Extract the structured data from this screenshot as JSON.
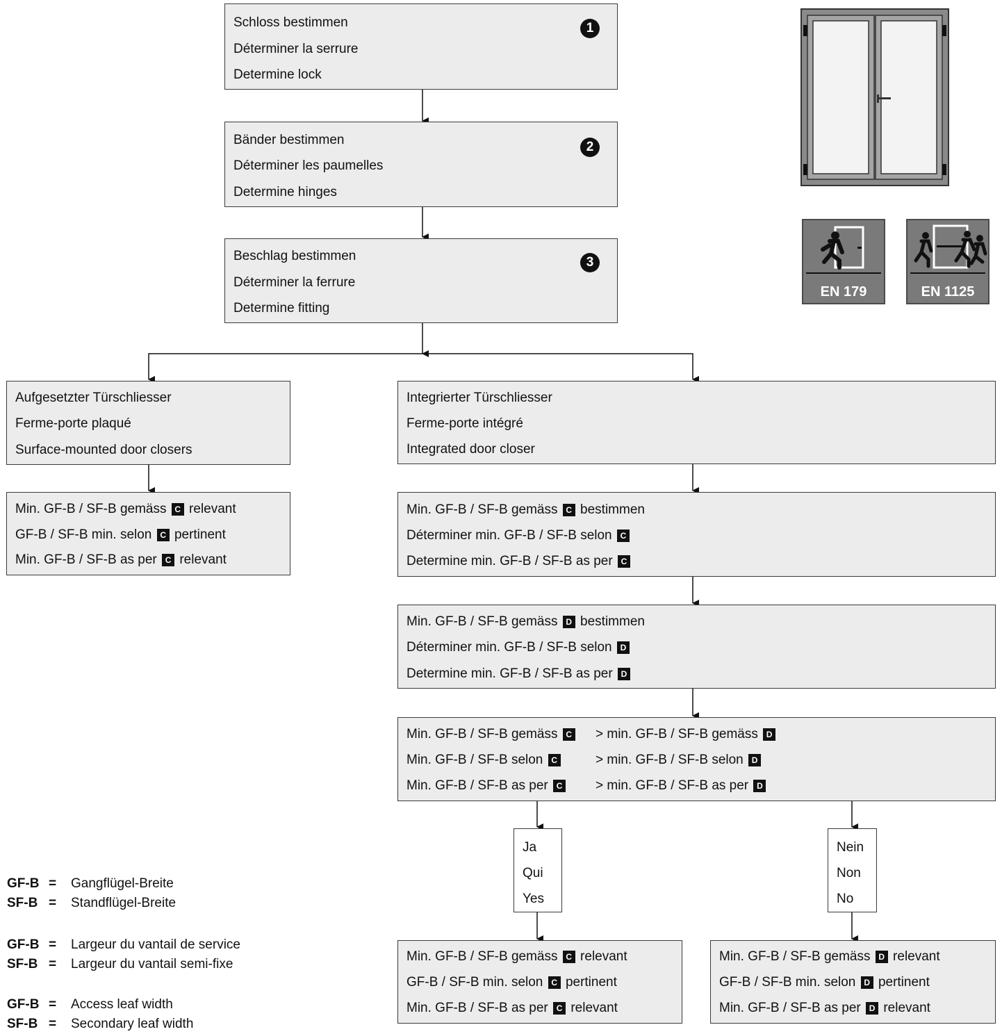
{
  "steps": [
    {
      "number": "1",
      "de": "Schloss bestimmen",
      "fr": "Déterminer la serrure",
      "en": "Determine lock"
    },
    {
      "number": "2",
      "de": "Bänder bestimmen",
      "fr": "Déterminer les paumelles",
      "en": "Determine hinges"
    },
    {
      "number": "3",
      "de": "Beschlag bestimmen",
      "fr": "Déterminer la ferrure",
      "en": "Determine fitting"
    }
  ],
  "surface": {
    "de": "Aufgesetzter Türschliesser",
    "fr": "Ferme-porte plaqué",
    "en": "Surface-mounted door closers"
  },
  "surface_result": {
    "de_pre": "Min. GF-B / SF-B gemäss",
    "de_post": "relevant",
    "fr_pre": "GF-B / SF-B min. selon",
    "fr_post": "pertinent",
    "en_pre": "Min. GF-B / SF-B as per",
    "en_post": "relevant",
    "tag": "C"
  },
  "integrated": {
    "de": "Integrierter Türschliesser",
    "fr": "Ferme-porte intégré",
    "en": "Integrated door closer"
  },
  "determine_c": {
    "de_pre": "Min. GF-B / SF-B gemäss",
    "de_post": "bestimmen",
    "fr_pre": "Déterminer min. GF-B / SF-B selon",
    "en_pre": "Determine min. GF-B / SF-B as per",
    "tag": "C"
  },
  "determine_d": {
    "de_pre": "Min. GF-B / SF-B gemäss",
    "de_post": "bestimmen",
    "fr_pre": "Déterminer min. GF-B / SF-B selon",
    "en_pre": "Determine min. GF-B / SF-B as per",
    "tag": "D"
  },
  "compare": {
    "de_left": "Min. GF-B / SF-B gemäss",
    "de_right": "> min. GF-B / SF-B gemäss",
    "fr_left": "Min. GF-B / SF-B selon",
    "fr_right": "> min. GF-B / SF-B selon",
    "en_left": "Min. GF-B / SF-B as per",
    "en_right": "> min. GF-B / SF-B as per",
    "tag_left": "C",
    "tag_right": "D"
  },
  "yes": {
    "de": "Ja",
    "fr": "Qui",
    "en": "Yes"
  },
  "no": {
    "de": "Nein",
    "fr": "Non",
    "en": "No"
  },
  "result_yes": {
    "de_pre": "Min. GF-B / SF-B gemäss",
    "de_post": "relevant",
    "fr_pre": "GF-B / SF-B min. selon",
    "fr_post": "pertinent",
    "en_pre": "Min. GF-B / SF-B as per",
    "en_post": "relevant",
    "tag": "C"
  },
  "result_no": {
    "de_pre": "Min. GF-B / SF-B gemäss",
    "de_post": "relevant",
    "fr_pre": "GF-B / SF-B min. selon",
    "fr_post": "pertinent",
    "en_pre": "Min. GF-B / SF-B as per",
    "en_post": "relevant",
    "tag": "D"
  },
  "legend": {
    "eq": "=",
    "de": [
      {
        "abbr": "GF-B",
        "text": "Gangflügel-Breite"
      },
      {
        "abbr": "SF-B",
        "text": "Standflügel-Breite"
      }
    ],
    "fr": [
      {
        "abbr": "GF-B",
        "text": "Largeur du vantail de service"
      },
      {
        "abbr": "SF-B",
        "text": "Largeur du vantail semi-fixe"
      }
    ],
    "en": [
      {
        "abbr": "GF-B",
        "text": "Access leaf width"
      },
      {
        "abbr": "SF-B",
        "text": "Secondary leaf width"
      }
    ]
  },
  "signs": {
    "en179": "EN 179",
    "en1125": "EN 1125"
  },
  "colors": {
    "box_fill": "#ececec",
    "border": "#3a3a3a",
    "sign_fill": "#7a7a7a",
    "door_frame": "#8a8a8a"
  }
}
